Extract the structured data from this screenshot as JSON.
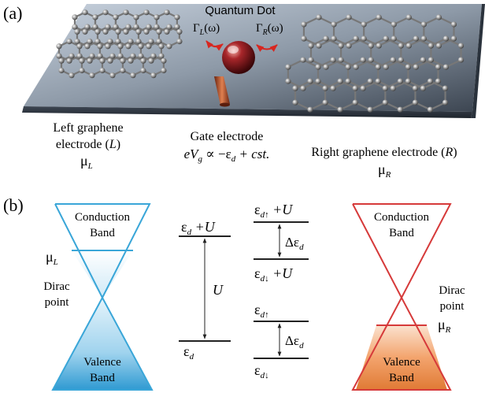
{
  "panel_a": {
    "label": "(a)",
    "quantum_dot_label": "Quantum Dot",
    "gamma_left": "Γ",
    "gamma_left_sub": "L",
    "gamma_right": "Γ",
    "gamma_right_sub": "R",
    "omega_arg": "(ω)",
    "left_electrode_line1": "Left graphene",
    "left_electrode_line2_pre": "electrode (",
    "left_electrode_line2_var": "L",
    "left_electrode_line2_post": ")",
    "mu": "μ",
    "mu_left_sub": "L",
    "gate_line1": "Gate electrode",
    "gate_eq_e": "eV",
    "gate_eq_g": "g",
    "gate_eq_mid": " ∝ −ε",
    "gate_eq_d": "d",
    "gate_eq_end": " + cst.",
    "right_electrode_pre": "Right graphene electrode (",
    "right_electrode_var": "R",
    "right_electrode_post": ")",
    "mu_right_sub": "R"
  },
  "panel_b": {
    "label": "(b)",
    "left_cone": {
      "conduction_line1": "Conduction",
      "conduction_line2": "Band",
      "valence_line1": "Valence",
      "valence_line2": "Band",
      "dirac_line1": "Dirac",
      "dirac_line2": "point",
      "mu": "μ",
      "mu_sub": "L",
      "color": "#3aa6d8"
    },
    "right_cone": {
      "conduction_line1": "Conduction",
      "conduction_line2": "Band",
      "valence_line1": "Valence",
      "valence_line2": "Band",
      "dirac_line1": "Dirac",
      "dirac_line2": "point",
      "mu": "μ",
      "mu_sub": "R",
      "color": "#d63a3a"
    },
    "levels": {
      "eps": "ε",
      "sub_d": "d",
      "plus_u": " +U",
      "u_label": "U",
      "delta_eps": "Δε",
      "sub_up": "d↑",
      "sub_down": "d↓"
    }
  }
}
